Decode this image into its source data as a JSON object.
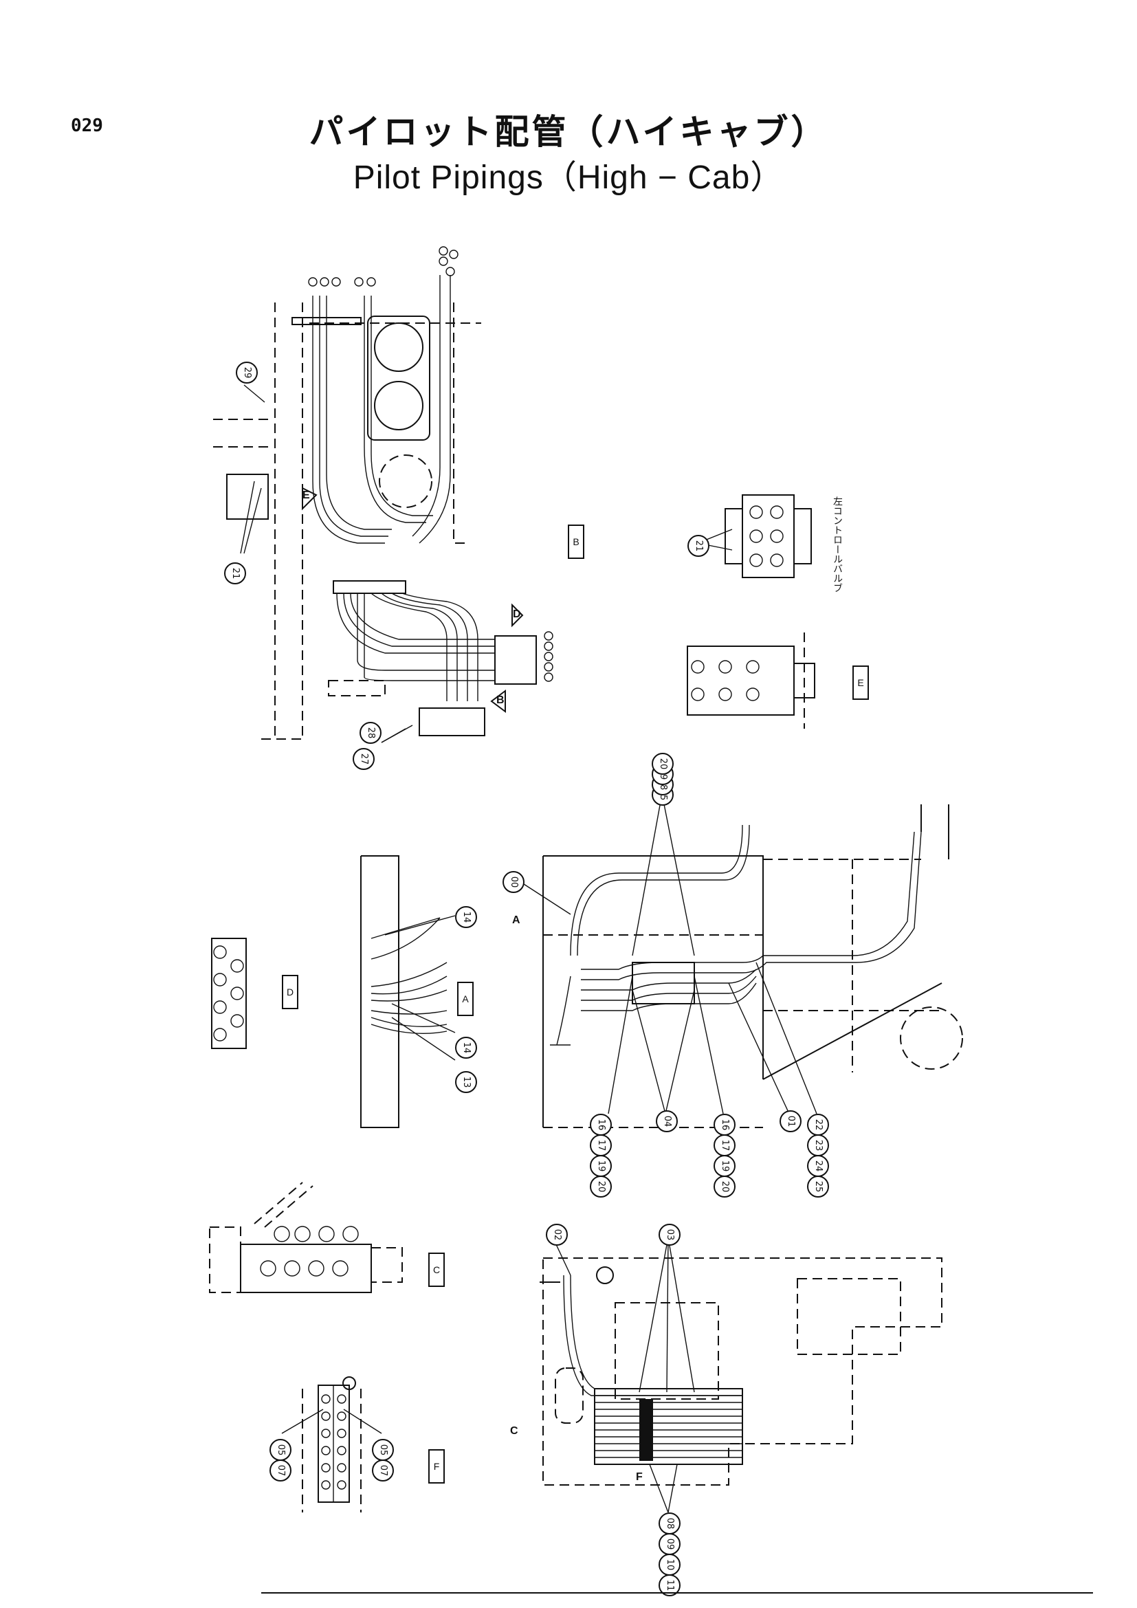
{
  "page": {
    "number": "029",
    "title_ja": "パイロット配管（ハイキャブ）",
    "title_en": "Pilot  Pipings（High − Cab）"
  },
  "callouts": [
    {
      "id": "c29",
      "label": "29"
    },
    {
      "id": "c21a",
      "label": "21"
    },
    {
      "id": "c28",
      "label": "28"
    },
    {
      "id": "c27",
      "label": "27"
    },
    {
      "id": "c21b",
      "label": "21"
    },
    {
      "id": "c14a",
      "label": "14"
    },
    {
      "id": "c14b",
      "label": "14"
    },
    {
      "id": "c13",
      "label": "13"
    },
    {
      "id": "c00",
      "label": "00"
    },
    {
      "id": "c15t",
      "label": "15"
    },
    {
      "id": "c18t",
      "label": "18"
    },
    {
      "id": "c19t",
      "label": "19"
    },
    {
      "id": "c20t",
      "label": "20"
    },
    {
      "id": "c16a",
      "label": "16"
    },
    {
      "id": "c17a",
      "label": "17"
    },
    {
      "id": "c19a",
      "label": "19"
    },
    {
      "id": "c20a",
      "label": "20"
    },
    {
      "id": "c04",
      "label": "04"
    },
    {
      "id": "c16b",
      "label": "16"
    },
    {
      "id": "c17b",
      "label": "17"
    },
    {
      "id": "c19b",
      "label": "19"
    },
    {
      "id": "c20b",
      "label": "20"
    },
    {
      "id": "c01",
      "label": "01"
    },
    {
      "id": "c22",
      "label": "22"
    },
    {
      "id": "c23",
      "label": "23"
    },
    {
      "id": "c24",
      "label": "24"
    },
    {
      "id": "c25",
      "label": "25"
    },
    {
      "id": "c02",
      "label": "02"
    },
    {
      "id": "c03",
      "label": "03"
    },
    {
      "id": "c05a",
      "label": "05"
    },
    {
      "id": "c07a",
      "label": "07"
    },
    {
      "id": "c05b",
      "label": "05"
    },
    {
      "id": "c07b",
      "label": "07"
    },
    {
      "id": "c08",
      "label": "08"
    },
    {
      "id": "c09",
      "label": "09"
    },
    {
      "id": "c10",
      "label": "10"
    },
    {
      "id": "c11",
      "label": "11"
    }
  ],
  "view_markers": [
    {
      "id": "vB",
      "label": "B"
    },
    {
      "id": "vE",
      "label": "E"
    },
    {
      "id": "vD",
      "label": "D"
    },
    {
      "id": "vA",
      "label": "A"
    },
    {
      "id": "vC",
      "label": "C"
    },
    {
      "id": "vF",
      "label": "F"
    }
  ],
  "view_labels": [
    {
      "id": "lB",
      "label": "B"
    },
    {
      "id": "lE",
      "label": "E"
    },
    {
      "id": "lA",
      "label": "A"
    },
    {
      "id": "lD",
      "label": "D"
    },
    {
      "id": "lC",
      "label": "C"
    },
    {
      "id": "lF",
      "label": "F"
    }
  ],
  "notes": {
    "control_valve": "左コントロールバルブ"
  }
}
